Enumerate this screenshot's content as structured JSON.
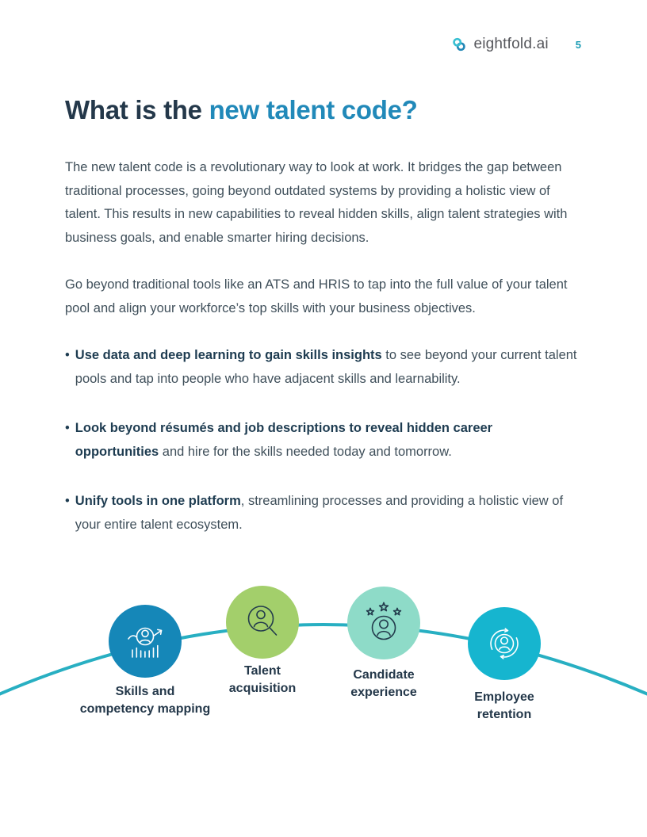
{
  "header": {
    "brand": "eightfold.ai",
    "page_number": "5"
  },
  "heading": {
    "prefix": "What is the ",
    "highlight": "new talent code?"
  },
  "intro": {
    "p1": "The new talent code is a revolutionary way to look at work. It bridges the gap between traditional processes, going beyond outdated systems by providing a holistic view of talent. This results in new capabilities to reveal hidden skills, align talent strategies with business goals, and enable smarter hiring decisions.",
    "p2": "Go beyond traditional tools like an ATS and HRIS to tap into the full value of your talent pool and align your workforce’s top skills with your business objectives."
  },
  "bullet_marker": "•",
  "bullets": [
    {
      "bold": "Use data and deep learning to gain skills insights",
      "rest": " to see beyond your current talent pools and tap into people who have adjacent skills and learnability."
    },
    {
      "bold": "Look beyond résumés and job descriptions to reveal hidden career opportunities",
      "rest": " and hire for the skills needed today and tomorrow."
    },
    {
      "bold": "Unify tools in one platform",
      "rest": ", streamlining processes and providing a holistic view of your entire talent ecosystem."
    }
  ],
  "pillars": [
    {
      "label": "Skills and competency mapping",
      "lines": [
        "Skills and",
        "competency mapping"
      ],
      "icon": "skills-competency-mapping-icon",
      "color": "#1587b8"
    },
    {
      "label": "Talent acquisition",
      "lines": [
        "Talent",
        "acquisition"
      ],
      "icon": "talent-acquisition-icon",
      "color": "#a3cf6b"
    },
    {
      "label": "Candidate experience",
      "lines": [
        "Candidate",
        "experience"
      ],
      "icon": "candidate-experience-icon",
      "color": "#8edbc8"
    },
    {
      "label": "Employee retention",
      "lines": [
        "Employee",
        "retention"
      ],
      "icon": "employee-retention-icon",
      "color": "#16b5cf"
    }
  ],
  "colors": {
    "heading_navy": "#24384a",
    "heading_blue": "#2189b9",
    "body_text": "#3f4f5a",
    "bold_text": "#1e3c51",
    "curve": "#28afc2",
    "page_number_teal": "#1b9cb5",
    "logo_blue": "#2387b6",
    "logo_teal": "#38bfd2"
  }
}
